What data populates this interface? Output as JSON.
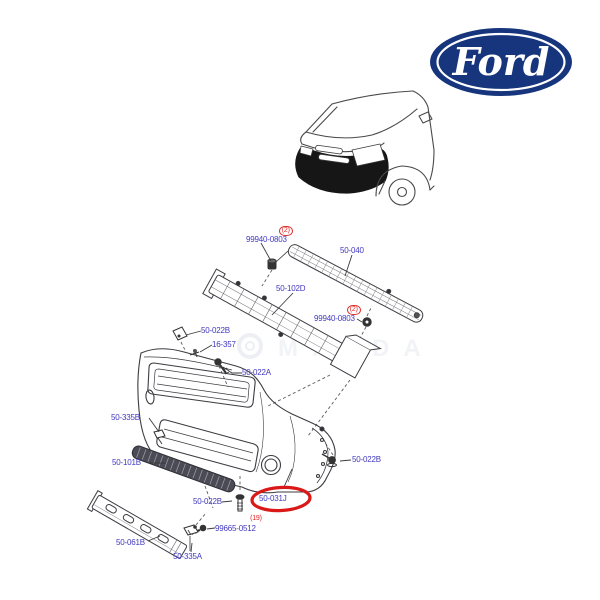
{
  "brand": {
    "logo_text": "Ford"
  },
  "watermark": {
    "text": "MAZDA"
  },
  "colors": {
    "label_blue": "#4038c0",
    "annotation_red": "#e02424",
    "highlight_ring_red": "#da1818",
    "ford_blue": "#16357c",
    "line_art": "#46464e"
  },
  "parts": {
    "bolt_top": {
      "label": "99940-0803",
      "qty": "(2)"
    },
    "reinf_bar": {
      "label": "50-040"
    },
    "absorber": {
      "label": "50-102D"
    },
    "nut_right": {
      "label": "99940-0803",
      "qty": "(2)"
    },
    "bracket_upper": {
      "label": "50-022B"
    },
    "clip_retainer": {
      "label": "16-357"
    },
    "bolt_upper": {
      "label": "50-022A"
    },
    "clip_left": {
      "label": "50-335B"
    },
    "grille_lower": {
      "label": "50-101B"
    },
    "bolt_side": {
      "label": "50-022B"
    },
    "bolt_lower": {
      "label": "50-022B"
    },
    "bumper_cover": {
      "label": "50-031J"
    },
    "screw_lower": {
      "label": "99665-0512",
      "qty": "(19)"
    },
    "impact_bar_lower": {
      "label": "50-061B"
    },
    "clip_lower": {
      "label": "50-335A"
    }
  }
}
